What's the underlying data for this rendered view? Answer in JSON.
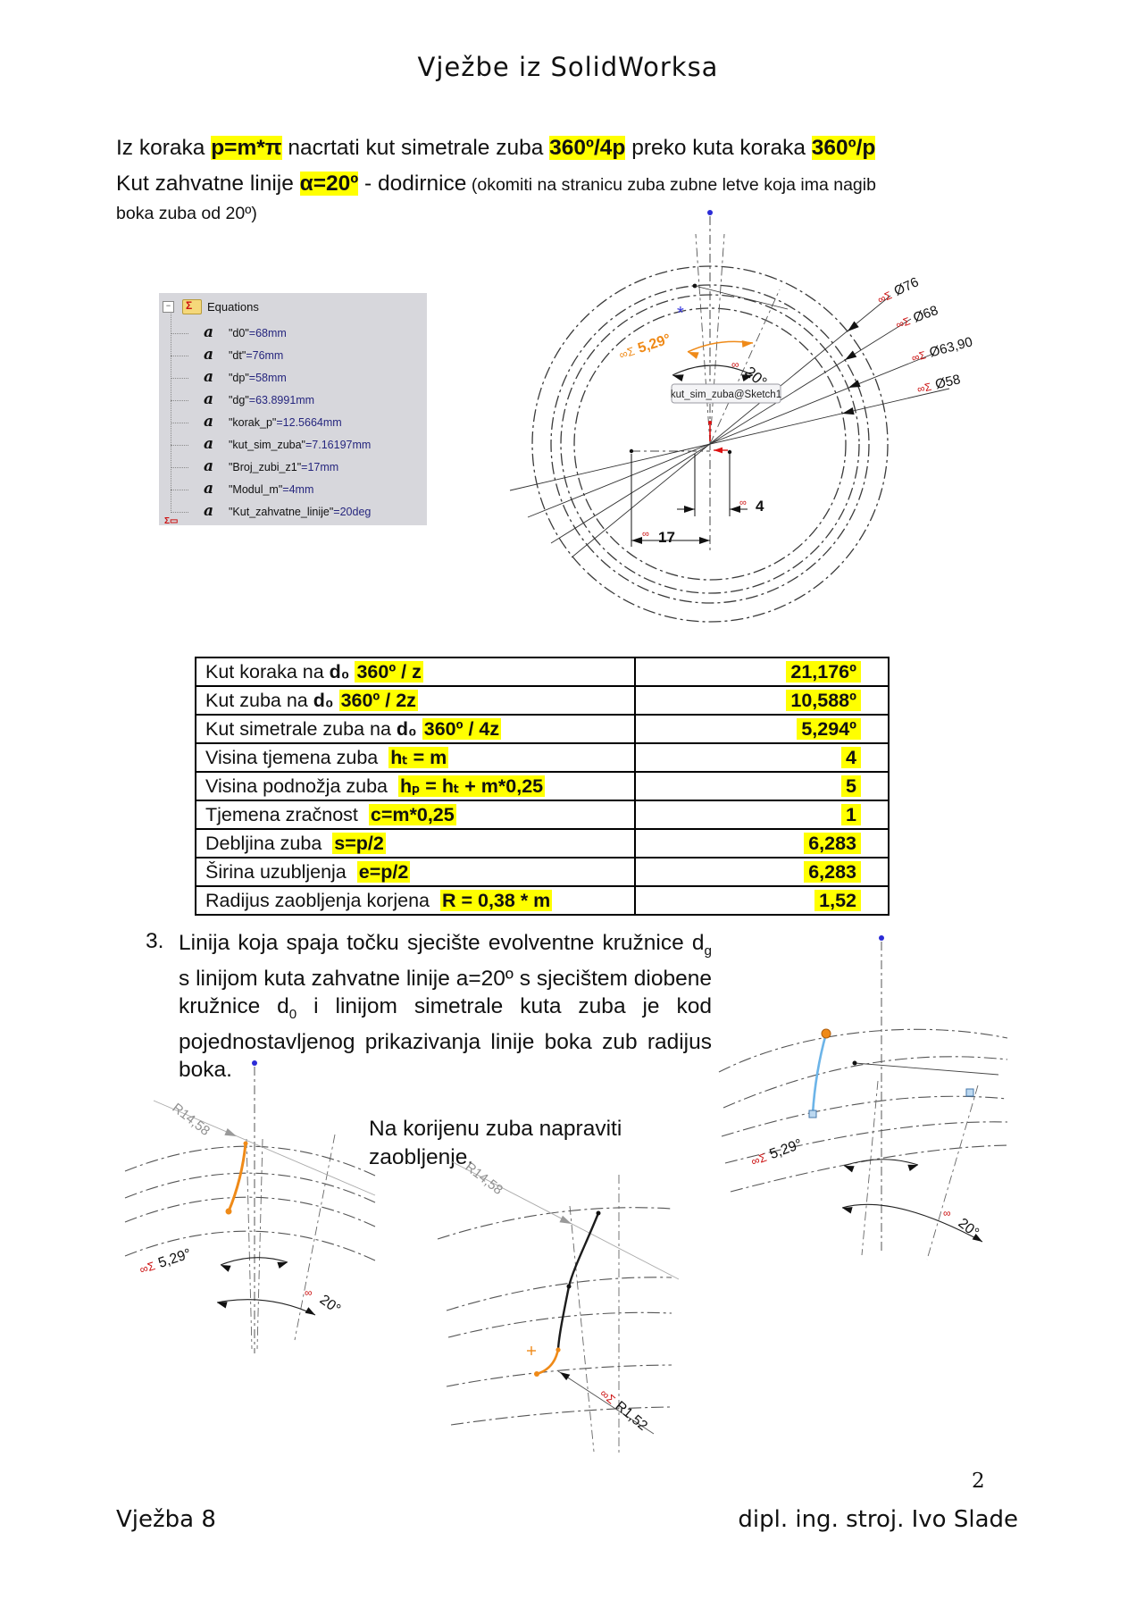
{
  "page": {
    "title": "Vježbe iz SolidWorksa",
    "number": "2",
    "footer_left": "Vježba 8",
    "footer_right": "dipl. ing. stroj. Ivo Slade"
  },
  "intro": {
    "l1_a": "Iz koraka ",
    "l1_hl1": "p=m*π",
    "l1_b": " nacrtati kut simetrale zuba ",
    "l1_hl2": "360º/4p",
    "l1_c": " preko kuta koraka ",
    "l1_hl3": "360º/p",
    "l2_a": "Kut zahvatne linije ",
    "l2_hl": "α=20º",
    "l2_b": " - dodirnice",
    "l2_small": "  (okomiti na stranicu zuba zubne letve koja ima nagib",
    "l3": "boka zuba od 20º)"
  },
  "equations": {
    "root": "Equations",
    "items": [
      {
        "name": "\"d0\"",
        "value": "=68mm"
      },
      {
        "name": "\"dt\"",
        "value": "=76mm"
      },
      {
        "name": "\"dp\"",
        "value": "=58mm"
      },
      {
        "name": "\"dg\"",
        "value": "=63.8991mm"
      },
      {
        "name": "\"korak_p\"",
        "value": "=12.5664mm"
      },
      {
        "name": "\"kut_sim_zuba\"",
        "value": "=7.16197mm"
      },
      {
        "name": "\"Broj_zubi_z1\"",
        "value": "=17mm"
      },
      {
        "name": "\"Modul_m\"",
        "value": "=4mm"
      },
      {
        "name": "\"Kut_zahvatne_linije\"",
        "value": "=20deg"
      }
    ]
  },
  "gear": {
    "tooltip": "kut_sim_zuba@Sketch1",
    "sym": "∞Σ",
    "inf": "∞",
    "angle_sym": "5,29°",
    "angle_press": "20°",
    "dia": [
      "Ø76",
      "Ø68",
      "Ø63,90",
      "Ø58"
    ],
    "dim4": "4",
    "dim17": "17"
  },
  "table": {
    "rows": [
      {
        "pre": "Kut koraka na ",
        "bold": "d₀",
        "formula": "360º / z",
        "value": "21,176º"
      },
      {
        "pre": "Kut zuba na ",
        "bold": "d₀",
        "formula": "360º / 2z",
        "value": "10,588º"
      },
      {
        "pre": "Kut simetrale zuba na ",
        "bold": "d₀",
        "formula": "360º / 4z",
        "value": "5,294º"
      },
      {
        "pre": "Visina tjemena zuba ",
        "bold": "",
        "formula": "hₜ = m",
        "value": "4"
      },
      {
        "pre": "Visina podnožja zuba ",
        "bold": "",
        "formula": "hₚ = hₜ + m*0,25",
        "value": "5"
      },
      {
        "pre": "Tjemena zračnost ",
        "bold": "",
        "formula": "c=m*0,25",
        "value": "1"
      },
      {
        "pre": "Debljina zuba ",
        "bold": "",
        "formula": "s=p/2",
        "value": "6,283"
      },
      {
        "pre": "Širina uzubljenja ",
        "bold": "",
        "formula": "e=p/2",
        "value": "6,283"
      },
      {
        "pre": "Radijus zaobljenja korjena ",
        "bold": "",
        "formula": "R = 0,38 * m",
        "value": "1,52"
      }
    ]
  },
  "item3": {
    "num": "3.",
    "parts": [
      {
        "t": "Linija koja spaja točku sjecište evolventne kružnice  d"
      },
      {
        "t": "g",
        "sub": true
      },
      {
        "t": " s linijom kuta zahvatne linije a=20º  s sjecištem diobene kružnice d"
      },
      {
        "t": "0",
        "sub": true
      },
      {
        "t": " i linijom simetrale kuta zuba je kod pojednostavljenog prikazivanja linije boka zub radijus boka."
      }
    ]
  },
  "note": {
    "line1": "Na korijenu zuba napraviti",
    "line2": "zaobljenje."
  },
  "bottom": {
    "radius_flank": "R14,58",
    "radius_fillet": "R1,52",
    "angle_sym": "5,29°",
    "angle_press": "20°"
  },
  "colors": {
    "highlight": "#ffff00",
    "red": "#cc1111",
    "orange": "#ef8a18",
    "blue_dot": "#2b2bd6",
    "light_blue": "#6cb4e8"
  }
}
